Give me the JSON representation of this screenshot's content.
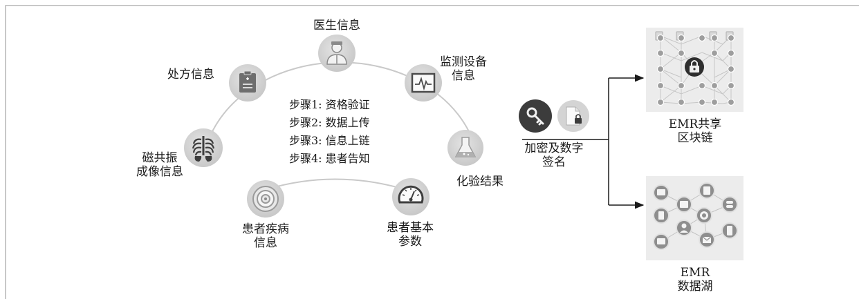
{
  "colors": {
    "frame": "#b5b5b5",
    "ring": "#c9c9c9",
    "icon_disc": "#d6d6d6",
    "icon_fill": "#777777",
    "dark": "#3c3c3c",
    "text": "#1a1a1a"
  },
  "nodes": [
    {
      "id": "doctor",
      "icon": "doctor-icon",
      "lines": [
        "医生信息"
      ]
    },
    {
      "id": "monitor",
      "icon": "heart-monitor-icon",
      "lines": [
        "监测设备",
        "信息"
      ]
    },
    {
      "id": "lab",
      "icon": "flask-icon",
      "lines": [
        "化验结果"
      ]
    },
    {
      "id": "params",
      "icon": "gauge-icon",
      "lines": [
        "患者基本",
        "参数"
      ]
    },
    {
      "id": "disease",
      "icon": "target-icon",
      "lines": [
        "患者疾病",
        "信息"
      ]
    },
    {
      "id": "mri",
      "icon": "ribcage-icon",
      "lines": [
        "磁共振",
        "成像信息"
      ]
    },
    {
      "id": "prescription",
      "icon": "prescription-icon",
      "lines": [
        "处方信息"
      ]
    }
  ],
  "steps": [
    "步骤1: 资格验证",
    "步骤2: 数据上传",
    "步骤3: 信息上链",
    "步骤4: 患者告知"
  ],
  "encryption": {
    "icons": [
      "key-icon",
      "signed-document-icon"
    ],
    "lines": [
      "加密及数字",
      "签名"
    ]
  },
  "blockchain": {
    "icon": "padlock-network-icon",
    "lines": [
      "EMR共享",
      "区块链"
    ]
  },
  "datalake": {
    "icon": "data-sources-icon",
    "lines": [
      "EMR",
      "数据湖"
    ]
  }
}
